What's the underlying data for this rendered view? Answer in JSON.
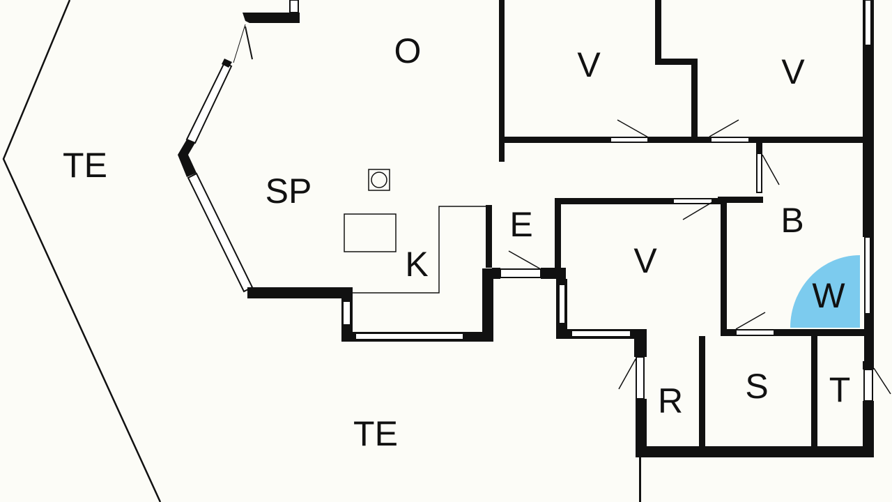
{
  "rooms": {
    "o": "O",
    "v1": "V",
    "v2": "V",
    "te1": "TE",
    "sp": "SP",
    "e": "E",
    "b": "B",
    "v3": "V",
    "k": "K",
    "w": "W",
    "r": "R",
    "s": "S",
    "t": "T",
    "te2": "TE"
  },
  "colors": {
    "wc_fill": "#7ccbee",
    "wall": "#111111",
    "floor": "#fcfcf7"
  }
}
